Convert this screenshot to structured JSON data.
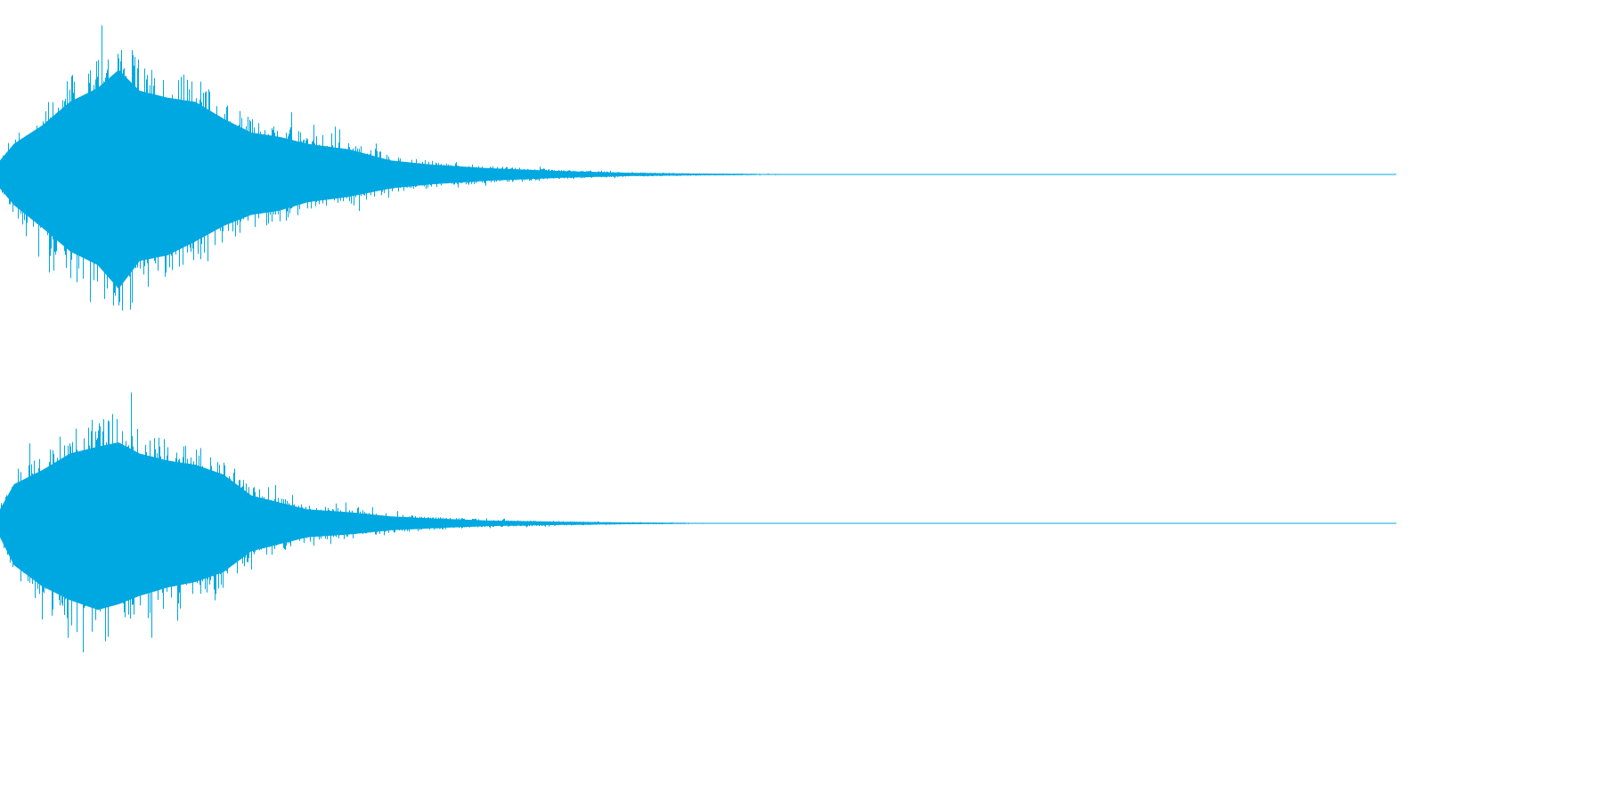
{
  "chart_data": {
    "type": "area",
    "description_kind": "stereo audio waveform",
    "color": "#00a8e1",
    "background": "#ffffff",
    "grid": false,
    "legend": "none",
    "title": "",
    "xlabel": "",
    "ylabel": "",
    "xlim": [
      0,
      1
    ],
    "ylim": [
      -1,
      1
    ],
    "channels": [
      {
        "envelope_x": [
          0.0,
          0.01,
          0.03,
          0.05,
          0.07,
          0.085,
          0.1,
          0.12,
          0.14,
          0.16,
          0.18,
          0.2,
          0.22,
          0.25,
          0.28,
          0.31,
          0.35,
          0.4,
          0.45,
          0.5,
          0.55,
          0.58,
          0.6,
          1.0
        ],
        "envelope_upper": [
          0.1,
          0.22,
          0.35,
          0.52,
          0.62,
          0.75,
          0.6,
          0.55,
          0.52,
          0.4,
          0.3,
          0.27,
          0.22,
          0.18,
          0.1,
          0.07,
          0.045,
          0.025,
          0.012,
          0.006,
          0.003,
          0.0012,
          0.0,
          0.0
        ],
        "envelope_lower": [
          -0.1,
          -0.22,
          -0.38,
          -0.55,
          -0.65,
          -0.82,
          -0.62,
          -0.58,
          -0.48,
          -0.37,
          -0.29,
          -0.26,
          -0.2,
          -0.16,
          -0.1,
          -0.07,
          -0.045,
          -0.025,
          -0.012,
          -0.006,
          -0.003,
          -0.0012,
          0.0,
          0.0
        ],
        "peak_max": 0.93,
        "peak_min": -0.93
      },
      {
        "envelope_x": [
          0.0,
          0.01,
          0.03,
          0.05,
          0.07,
          0.085,
          0.1,
          0.12,
          0.14,
          0.16,
          0.18,
          0.2,
          0.22,
          0.25,
          0.28,
          0.31,
          0.35,
          0.4,
          0.45,
          0.5,
          0.55,
          0.58,
          0.6,
          1.0
        ],
        "envelope_upper": [
          0.1,
          0.28,
          0.38,
          0.5,
          0.55,
          0.58,
          0.5,
          0.45,
          0.42,
          0.35,
          0.2,
          0.15,
          0.1,
          0.08,
          0.05,
          0.035,
          0.02,
          0.012,
          0.006,
          0.003,
          0.0015,
          0.0005,
          0.0,
          0.0
        ],
        "envelope_lower": [
          -0.1,
          -0.3,
          -0.45,
          -0.55,
          -0.62,
          -0.58,
          -0.52,
          -0.46,
          -0.42,
          -0.35,
          -0.2,
          -0.15,
          -0.1,
          -0.08,
          -0.05,
          -0.035,
          -0.02,
          -0.012,
          -0.006,
          -0.003,
          -0.0015,
          -0.0005,
          0.0,
          0.0
        ],
        "peak_max": 0.75,
        "peak_min": -0.74
      }
    ]
  }
}
